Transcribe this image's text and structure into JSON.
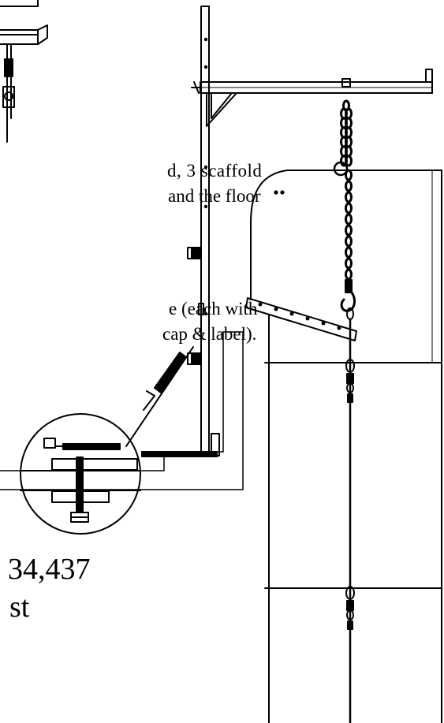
{
  "text": {
    "line1": "d, 3 scaffold",
    "line2": "and the floor",
    "line3": "e (each with",
    "line4": "cap & label).",
    "big1": "34,437",
    "big2": "st"
  },
  "colors": {
    "ink": "#000000",
    "paper": "#ffffff"
  }
}
